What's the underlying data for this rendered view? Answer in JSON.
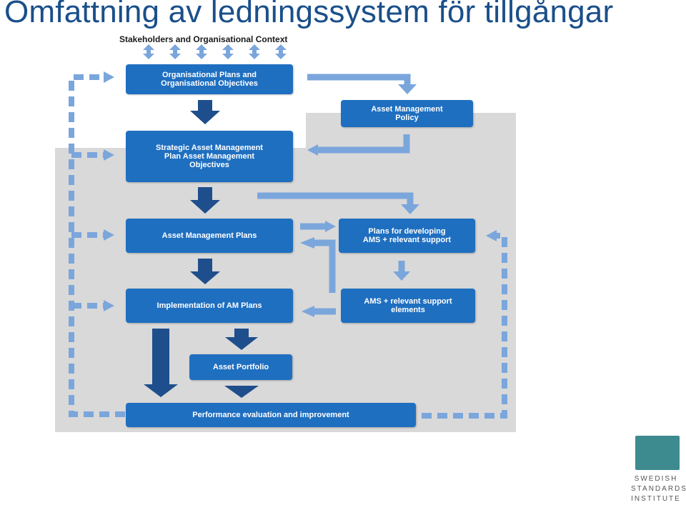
{
  "title": "Omfattning av ledningssystem för tillgångar",
  "context_label": "Stakeholders and Organisational Context",
  "boxes": {
    "org_plans": "Organisational Plans and Organisational Objectives",
    "am_policy": "Asset Management Policy",
    "samp": "Strategic Asset Management Plan Asset Management Objectives",
    "am_plans": "Asset Management Plans",
    "plans_dev": "Plans for developing AMS + relevant support",
    "impl": "Implementation of AM Plans",
    "ams_elements": "AMS + relevant support elements",
    "portfolio": "Asset Portfolio",
    "performance": "Performance evaluation and improvement"
  },
  "logo": {
    "line1": "SWEDISH",
    "line2": "STANDARDS",
    "line3": "INSTITUTE"
  },
  "colors": {
    "box": "#1f6fc0",
    "arrow_dark": "#1f4e8c",
    "arrow_light": "#7aa6dc",
    "gray": "#d9d9d9",
    "title": "#1a4f8a"
  }
}
